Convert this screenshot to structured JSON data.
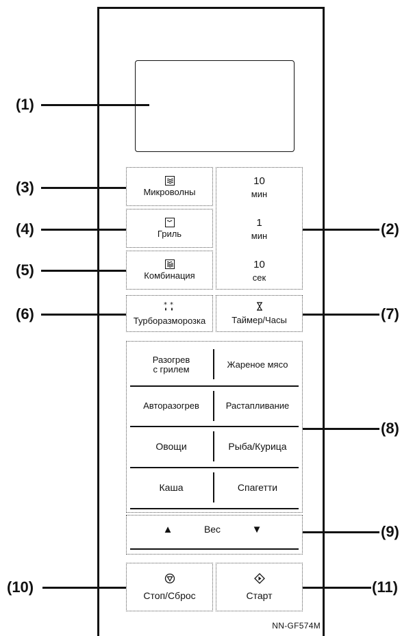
{
  "callouts": {
    "c1": "(1)",
    "c2": "(2)",
    "c3": "(3)",
    "c4": "(4)",
    "c5": "(5)",
    "c6": "(6)",
    "c7": "(7)",
    "c8": "(8)",
    "c9": "(9)",
    "c10": "(10)",
    "c11": "(11)"
  },
  "modes": {
    "microwave": "Микроволны",
    "grill": "Гриль",
    "combination": "Комбинация",
    "turbo_defrost": "Турборазморозка"
  },
  "time": {
    "ten_min_value": "10",
    "ten_min_unit": "мин",
    "one_min_value": "1",
    "one_min_unit": "мин",
    "ten_sec_value": "10",
    "ten_sec_unit": "сек",
    "timer_clock": "Таймер/Часы"
  },
  "programs": {
    "reheat_grill_line1": "Разогрев",
    "reheat_grill_line2": "с грилем",
    "roast_meat": "Жареное мясо",
    "auto_reheat": "Авторазогрев",
    "melting": "Растапливание",
    "vegetables": "Овощи",
    "fish_chicken": "Рыба/Курица",
    "porridge": "Каша",
    "spaghetti": "Спагетти"
  },
  "weight": {
    "label": "Вес",
    "up_symbol": "▲",
    "down_symbol": "▼"
  },
  "controls": {
    "stop_reset": "Стоп/Сброс",
    "start": "Старт"
  },
  "model": "NN-GF574M"
}
